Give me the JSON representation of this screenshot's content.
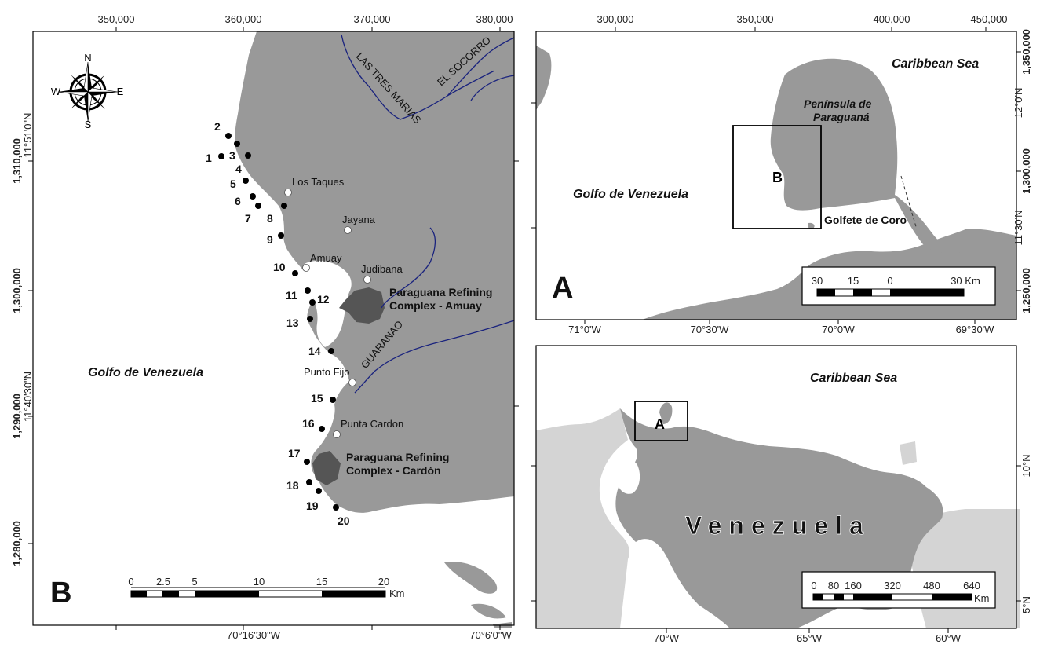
{
  "panel_b": {
    "letter": "B",
    "top_ticks": [
      "350,000",
      "360,000",
      "370,000",
      "380,000"
    ],
    "left_ticks": [
      "1,310,000",
      "1,300,000",
      "1,290,000",
      "1,280,000"
    ],
    "lat_labels": [
      "11°51'0\"N",
      "11°40'30\"N"
    ],
    "bottom_lon_labels": [
      "70°16'30\"W",
      "70°6'0\"W"
    ],
    "sea_label": "Golfo de Venezuela",
    "rivers": [
      "LAS TRES MARIAS",
      "EL SOCORRO",
      "GUARANAO"
    ],
    "towns": [
      "Los Taques",
      "Jayana",
      "Amuay",
      "Judibana",
      "Punto Fijo",
      "Punta Cardon"
    ],
    "refinery_amuay": [
      "Paraguana Refining",
      "Complex - Amuay"
    ],
    "refinery_cardon": [
      "Paraguana Refining",
      "Complex - Cardón"
    ],
    "stations": [
      "1",
      "2",
      "3",
      "4",
      "5",
      "6",
      "7",
      "8",
      "9",
      "10",
      "11",
      "12",
      "13",
      "14",
      "15",
      "16",
      "17",
      "18",
      "19",
      "20"
    ],
    "compass": [
      "N",
      "S",
      "E",
      "W"
    ],
    "scale": {
      "ticks": [
        "0",
        "2.5",
        "5",
        "10",
        "15",
        "20"
      ],
      "unit": "Km"
    }
  },
  "panel_a": {
    "letter": "A",
    "top_ticks": [
      "300,000",
      "350,000",
      "400,000",
      "450,000"
    ],
    "right_ticks": [
      "1,350,000",
      "1,300,000",
      "1,250,000"
    ],
    "lat_labels": [
      "12°0'N",
      "11°30'N"
    ],
    "bottom_lon_labels": [
      "71°0'W",
      "70°30'W",
      "70°0'W",
      "69°30'W"
    ],
    "sea_top": "Caribbean Sea",
    "peninsula": [
      "Península de",
      "Paraguaná"
    ],
    "gulf": "Golfo de Venezuela",
    "golfete": "Golfete de Coro",
    "inset_label": "B",
    "scale": {
      "ticks": [
        "30",
        "15",
        "0",
        "30 Km"
      ]
    }
  },
  "panel_c": {
    "sea_top": "Caribbean Sea",
    "country": "Venezuela",
    "inset_label": "A",
    "bottom_lon_labels": [
      "70°W",
      "65°W",
      "60°W"
    ],
    "right_lat_labels": [
      "10°N",
      "5°N"
    ],
    "scale": {
      "ticks": [
        "0",
        "80",
        "160",
        "320",
        "480",
        "640"
      ],
      "unit": "Km"
    }
  },
  "colors": {
    "land": "#999999",
    "neighbor": "#d4d4d4",
    "refinery": "#555555",
    "river": "#1a237e",
    "sea": "#ffffff"
  }
}
